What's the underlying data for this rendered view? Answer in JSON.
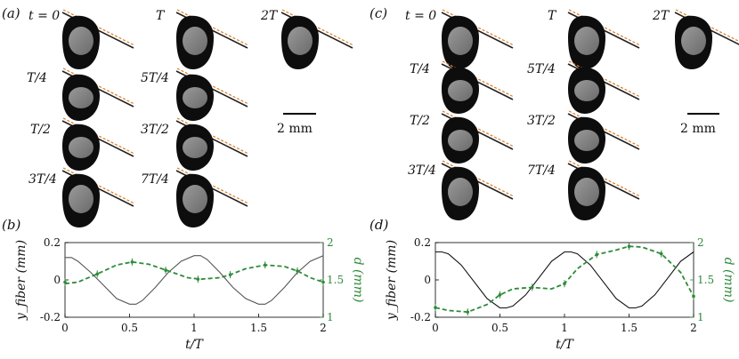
{
  "panels": {
    "a": {
      "label": "(a)",
      "frames": [
        "t = 0",
        "T",
        "2T",
        "T/4",
        "5T/4",
        "T/2",
        "3T/2",
        "3T/4",
        "7T/4"
      ],
      "scale_bar": "2 mm"
    },
    "c": {
      "label": "(c)",
      "frames": [
        "t = 0",
        "T",
        "2T",
        "T/4",
        "5T/4",
        "T/2",
        "3T/2",
        "3T/4",
        "7T/4"
      ],
      "scale_bar": "2 mm"
    }
  },
  "chart_data": [
    {
      "panel": "(b)",
      "type": "line",
      "xlabel": "t/T",
      "ylabel": "y_fiber (mm)",
      "ylabel2": "d (mm)",
      "xlim": [
        0,
        2
      ],
      "ylim": [
        -0.2,
        0.2
      ],
      "ylim2": [
        1,
        2
      ],
      "xticks": [
        "0",
        "0.5",
        "1",
        "1.5",
        "2"
      ],
      "yticks": [
        "-0.2",
        "0",
        "0.2"
      ],
      "yticks2": [
        "1",
        "1.5",
        "2"
      ],
      "series": [
        {
          "axis": "left",
          "color": "#555555",
          "style": "solid",
          "x": [
            0,
            0.05,
            0.1,
            0.2,
            0.3,
            0.4,
            0.5,
            0.55,
            0.6,
            0.7,
            0.8,
            0.9,
            1.0,
            1.05,
            1.1,
            1.2,
            1.3,
            1.4,
            1.5,
            1.55,
            1.6,
            1.7,
            1.8,
            1.9,
            2.0
          ],
          "y": [
            0.12,
            0.12,
            0.1,
            0.04,
            -0.03,
            -0.1,
            -0.13,
            -0.13,
            -0.11,
            -0.04,
            0.04,
            0.1,
            0.13,
            0.13,
            0.11,
            0.04,
            -0.04,
            -0.1,
            -0.13,
            -0.13,
            -0.11,
            -0.04,
            0.04,
            0.1,
            0.13
          ]
        },
        {
          "axis": "right",
          "color": "#2e8b3a",
          "style": "dashed",
          "x": [
            0,
            0.1,
            0.25,
            0.4,
            0.52,
            0.65,
            0.8,
            0.95,
            1.05,
            1.2,
            1.28,
            1.4,
            1.55,
            1.7,
            1.8,
            1.9,
            2.0
          ],
          "y": [
            1.45,
            1.47,
            1.58,
            1.7,
            1.74,
            1.71,
            1.62,
            1.53,
            1.51,
            1.53,
            1.57,
            1.65,
            1.7,
            1.68,
            1.62,
            1.53,
            1.47
          ]
        },
        {
          "axis": "right",
          "color": "#2e8b3a",
          "style": "markers",
          "x": [
            0,
            0.25,
            0.52,
            0.78,
            1.03,
            1.28,
            1.55,
            1.8,
            2.0
          ],
          "y": [
            1.47,
            1.58,
            1.74,
            1.63,
            1.51,
            1.57,
            1.7,
            1.62,
            1.47
          ]
        }
      ]
    },
    {
      "panel": "(d)",
      "type": "line",
      "xlabel": "t/T",
      "ylabel": "y_fiber (mm)",
      "ylabel2": "d (mm)",
      "xlim": [
        0,
        2
      ],
      "ylim": [
        -0.2,
        0.2
      ],
      "ylim2": [
        1,
        2
      ],
      "xticks": [
        "0",
        "0.5",
        "1",
        "1.5",
        "2"
      ],
      "yticks": [
        "-0.2",
        "0",
        "0.2"
      ],
      "yticks2": [
        "1",
        "1.5",
        "2"
      ],
      "series": [
        {
          "axis": "left",
          "color": "#111111",
          "style": "solid",
          "x": [
            0,
            0.05,
            0.1,
            0.2,
            0.3,
            0.4,
            0.5,
            0.55,
            0.6,
            0.7,
            0.8,
            0.9,
            1.0,
            1.05,
            1.1,
            1.2,
            1.3,
            1.4,
            1.5,
            1.55,
            1.6,
            1.7,
            1.8,
            1.9,
            2.0
          ],
          "y": [
            0.15,
            0.15,
            0.14,
            0.08,
            -0.01,
            -0.1,
            -0.15,
            -0.15,
            -0.14,
            -0.08,
            0.01,
            0.1,
            0.15,
            0.15,
            0.14,
            0.08,
            -0.01,
            -0.1,
            -0.15,
            -0.15,
            -0.14,
            -0.08,
            0.01,
            0.1,
            0.15
          ]
        },
        {
          "axis": "right",
          "color": "#2e8b3a",
          "style": "dashed",
          "x": [
            0,
            0.1,
            0.25,
            0.4,
            0.5,
            0.6,
            0.75,
            0.9,
            1.0,
            1.1,
            1.25,
            1.4,
            1.5,
            1.6,
            1.75,
            1.9,
            2.0
          ],
          "y": [
            1.13,
            1.09,
            1.07,
            1.17,
            1.3,
            1.38,
            1.4,
            1.38,
            1.45,
            1.65,
            1.84,
            1.9,
            1.95,
            1.94,
            1.85,
            1.6,
            1.28
          ]
        },
        {
          "axis": "right",
          "color": "#2e8b3a",
          "style": "markers",
          "x": [
            0,
            0.25,
            0.5,
            0.75,
            1.0,
            1.25,
            1.5,
            1.75,
            2.0
          ],
          "y": [
            1.13,
            1.07,
            1.3,
            1.4,
            1.45,
            1.84,
            1.95,
            1.85,
            1.28
          ]
        }
      ]
    }
  ]
}
